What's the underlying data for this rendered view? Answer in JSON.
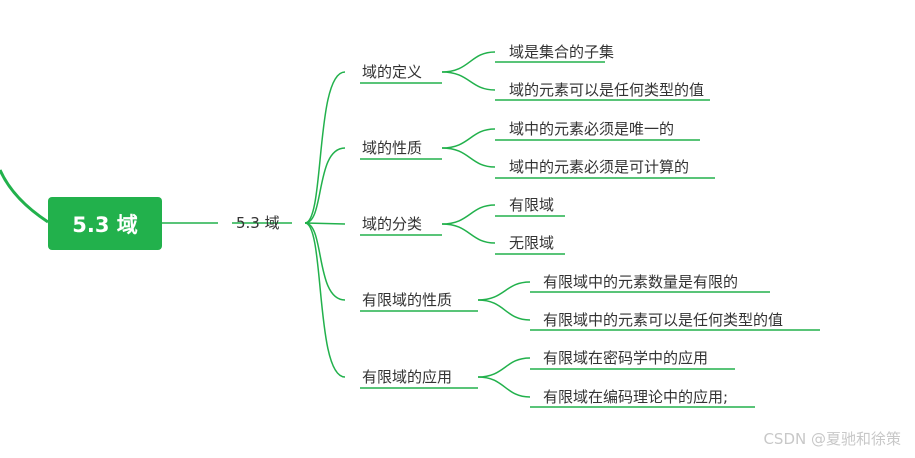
{
  "root": {
    "label": "5.3 域"
  },
  "center": {
    "label": "5.3 域"
  },
  "branches": [
    {
      "label": "域的定义",
      "children": [
        "域是集合的子集",
        "域的元素可以是任何类型的值"
      ]
    },
    {
      "label": "域的性质",
      "children": [
        "域中的元素必须是唯一的",
        "域中的元素必须是可计算的"
      ]
    },
    {
      "label": "域的分类",
      "children": [
        "有限域",
        "无限域"
      ]
    },
    {
      "label": "有限域的性质",
      "children": [
        "有限域中的元素数量是有限的",
        "有限域中的元素可以是任何类型的值"
      ]
    },
    {
      "label": "有限域的应用",
      "children": [
        "有限域在密码学中的应用",
        "有限域在编码理论中的应用;"
      ]
    }
  ],
  "watermark": "CSDN @夏驰和徐策",
  "colors": {
    "accent": "#22b14c",
    "line": "#22b14c",
    "text": "#333333"
  }
}
